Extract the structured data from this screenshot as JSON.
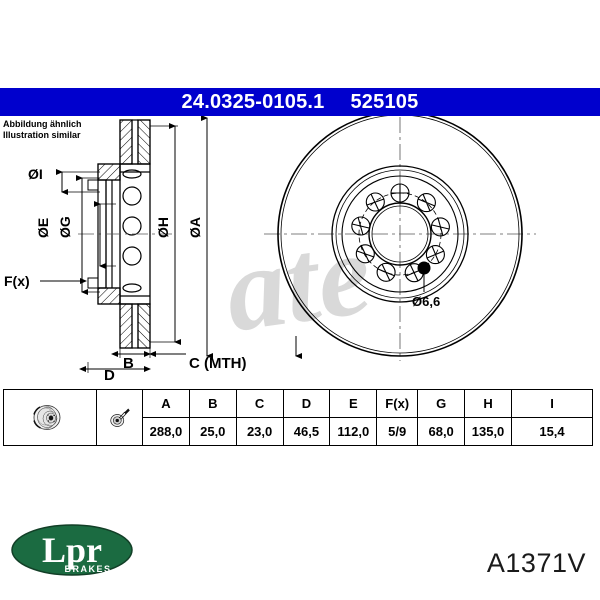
{
  "header": {
    "article_number": "24.0325-0105.1",
    "reference_number": "525105",
    "bar_color": "#0000cd"
  },
  "illustration_note": {
    "line_de": "Abbildung ähnlich",
    "line_en": "Illustration similar"
  },
  "drawing": {
    "watermark": "ate",
    "labels": {
      "dia_i": "ØI",
      "dia_e": "ØE",
      "dia_g": "ØG",
      "dia_h": "ØH",
      "dia_a": "ØA",
      "f_x": "F(x)",
      "b": "B",
      "c_mth": "C (MTH)",
      "d": "D",
      "hole_dia": "Ø6,6"
    }
  },
  "spec_table": {
    "thumbnail_1": "brake-disc-photo",
    "thumbnail_2": "brake-disc-tool-icon",
    "headers": [
      "A",
      "B",
      "C",
      "D",
      "E",
      "F(x)",
      "G",
      "H",
      "I"
    ],
    "values": [
      "288,0",
      "25,0",
      "23,0",
      "46,5",
      "112,0",
      "5/9",
      "68,0",
      "135,0",
      "15,4"
    ]
  },
  "footer": {
    "brand_name": "Lpr",
    "brand_subtitle": "BRAKES",
    "brand_color": "#1b6b41",
    "part_number": "A1371V"
  }
}
